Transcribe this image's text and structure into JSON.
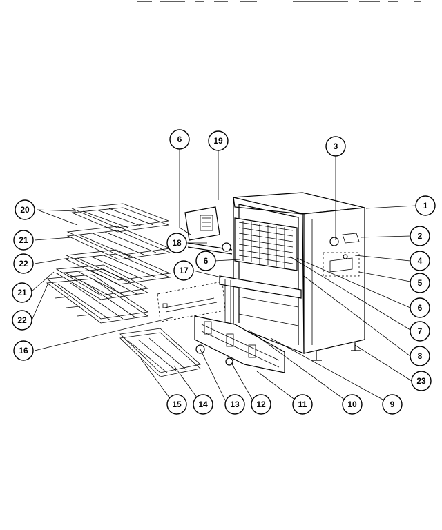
{
  "header": {
    "text": "——  ———  —  ——  —————  — —"
  },
  "callouts": [
    {
      "id": "c1",
      "label": "1"
    },
    {
      "id": "c2",
      "label": "2"
    },
    {
      "id": "c3",
      "label": "3"
    },
    {
      "id": "c4",
      "label": "4"
    },
    {
      "id": "c5",
      "label": "5"
    },
    {
      "id": "c6a",
      "label": "6"
    },
    {
      "id": "c6b",
      "label": "6"
    },
    {
      "id": "c6c",
      "label": "6"
    },
    {
      "id": "c7",
      "label": "7"
    },
    {
      "id": "c8",
      "label": "8"
    },
    {
      "id": "c9",
      "label": "9"
    },
    {
      "id": "c10",
      "label": "10"
    },
    {
      "id": "c11",
      "label": "11"
    },
    {
      "id": "c12",
      "label": "12"
    },
    {
      "id": "c13",
      "label": "13"
    },
    {
      "id": "c14",
      "label": "14"
    },
    {
      "id": "c15",
      "label": "15"
    },
    {
      "id": "c16",
      "label": "16"
    },
    {
      "id": "c17",
      "label": "17"
    },
    {
      "id": "c18",
      "label": "18"
    },
    {
      "id": "c19",
      "label": "19"
    },
    {
      "id": "c20",
      "label": "20"
    },
    {
      "id": "c21a",
      "label": "21"
    },
    {
      "id": "c21b",
      "label": "21"
    },
    {
      "id": "c22a",
      "label": "22"
    },
    {
      "id": "c22b",
      "label": "22"
    },
    {
      "id": "c23",
      "label": "23"
    }
  ]
}
